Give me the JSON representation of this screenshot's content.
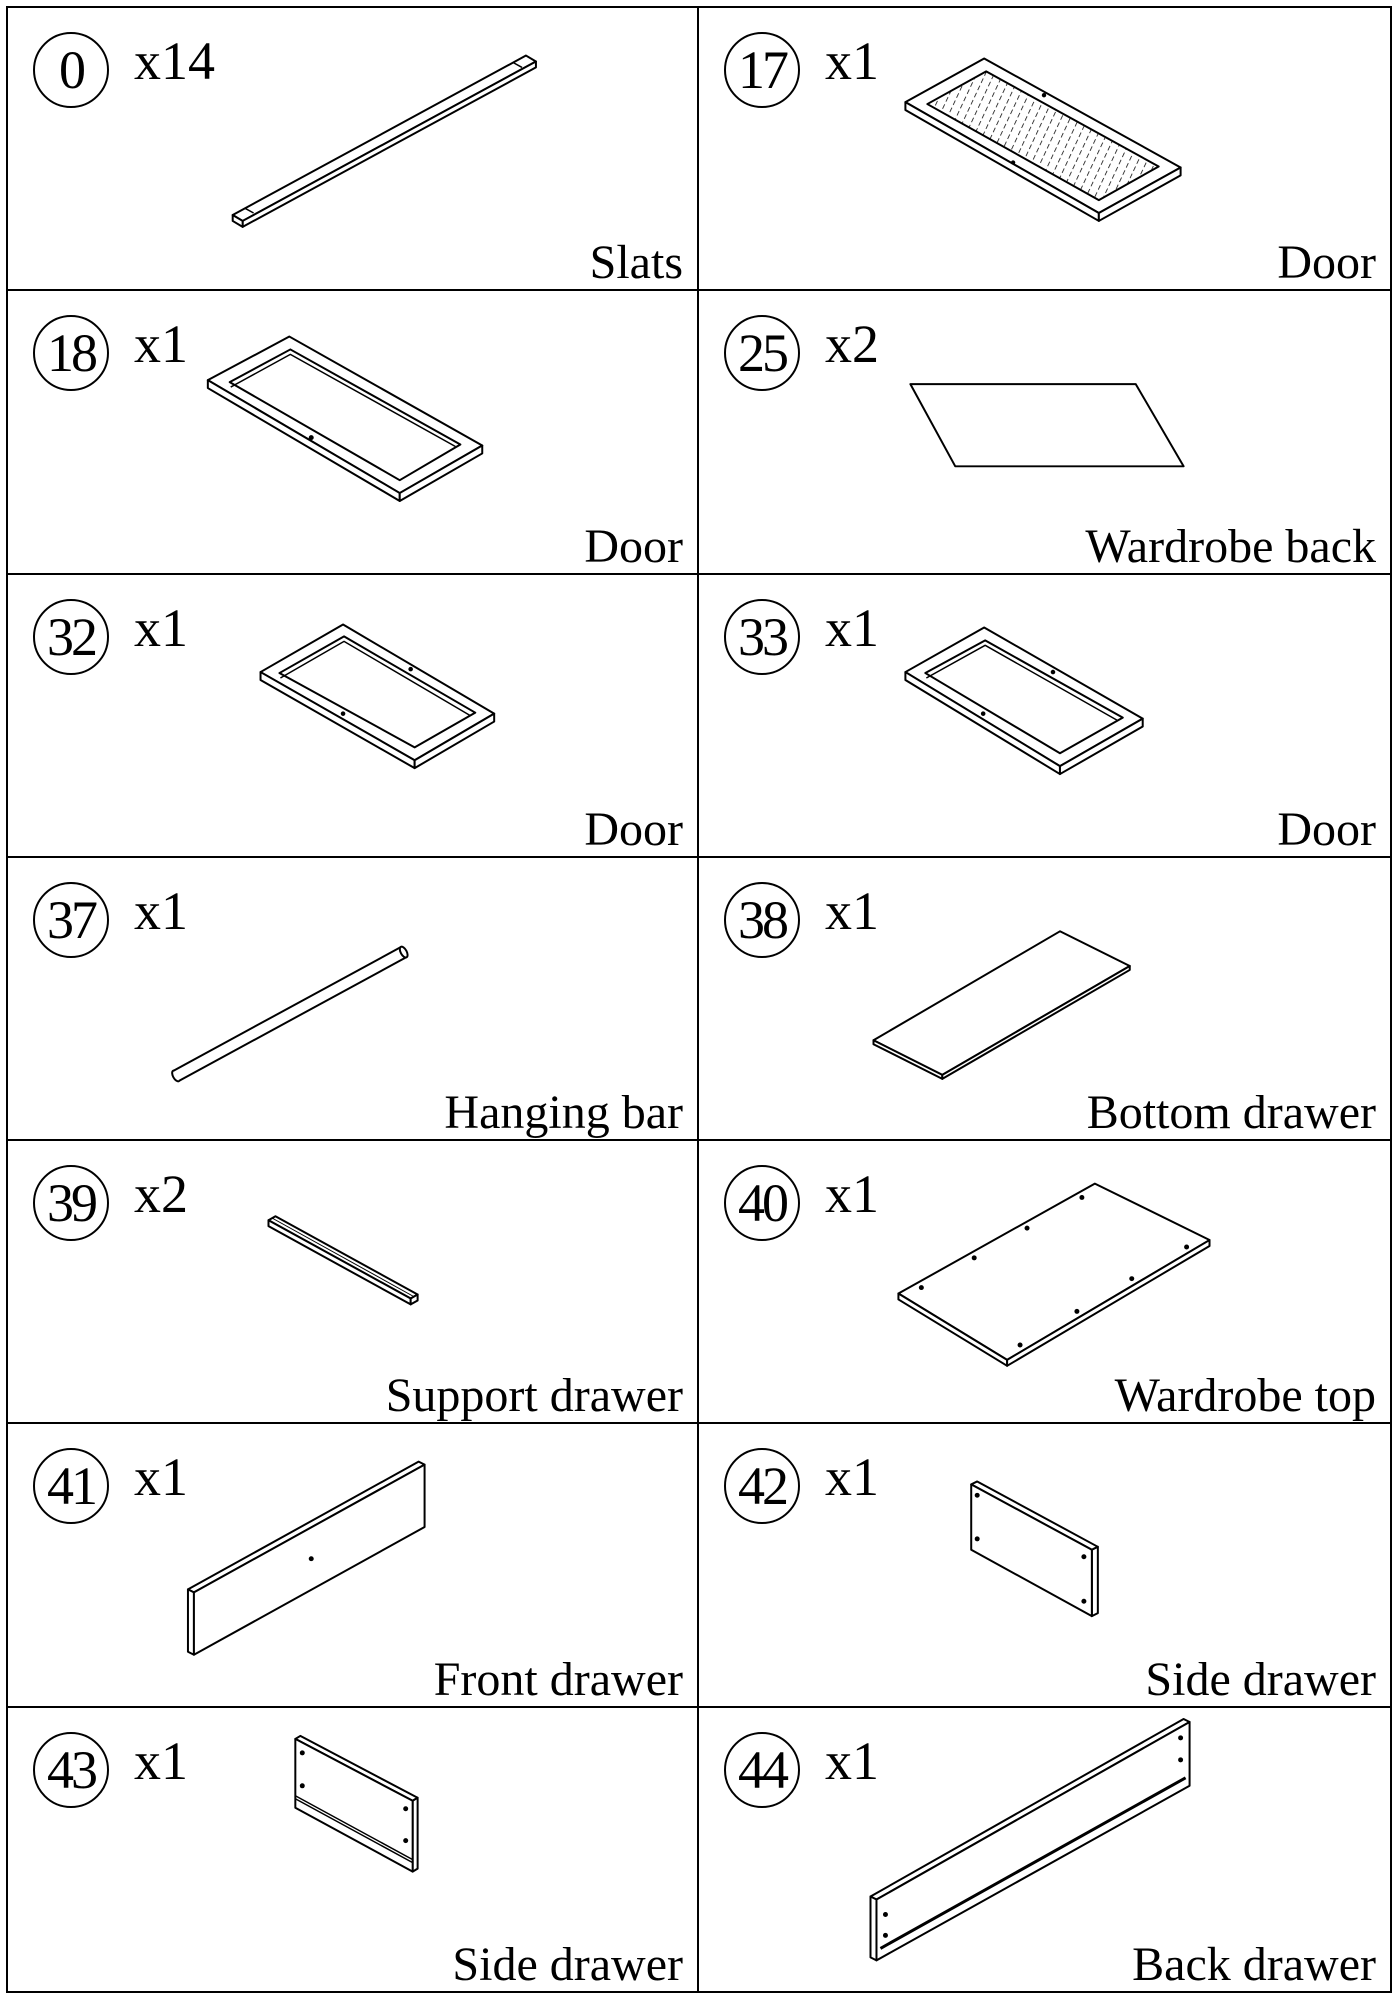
{
  "parts": [
    {
      "number": "0",
      "quantity": "x14",
      "label": "Slats",
      "icon": "slat-icon"
    },
    {
      "number": "17",
      "quantity": "x1",
      "label": "Door",
      "icon": "glass-door-icon"
    },
    {
      "number": "18",
      "quantity": "x1",
      "label": "Door",
      "icon": "door-frame-icon"
    },
    {
      "number": "25",
      "quantity": "x2",
      "label": "Wardrobe back",
      "icon": "sheet-panel-icon"
    },
    {
      "number": "32",
      "quantity": "x1",
      "label": "Door",
      "icon": "door-frame-icon"
    },
    {
      "number": "33",
      "quantity": "x1",
      "label": "Door",
      "icon": "door-frame-icon"
    },
    {
      "number": "37",
      "quantity": "x1",
      "label": "Hanging bar",
      "icon": "rod-icon"
    },
    {
      "number": "38",
      "quantity": "x1",
      "label": "Bottom drawer",
      "icon": "thin-panel-icon"
    },
    {
      "number": "39",
      "quantity": "x2",
      "label": "Support drawer",
      "icon": "rail-icon"
    },
    {
      "number": "40",
      "quantity": "x1",
      "label": "Wardrobe top",
      "icon": "board-with-holes-icon"
    },
    {
      "number": "41",
      "quantity": "x1",
      "label": "Front drawer",
      "icon": "front-panel-icon"
    },
    {
      "number": "42",
      "quantity": "x1",
      "label": "Side drawer",
      "icon": "side-panel-icon"
    },
    {
      "number": "43",
      "quantity": "x1",
      "label": "Side drawer",
      "icon": "side-panel-icon"
    },
    {
      "number": "44",
      "quantity": "x1",
      "label": "Back drawer",
      "icon": "back-panel-icon"
    }
  ]
}
